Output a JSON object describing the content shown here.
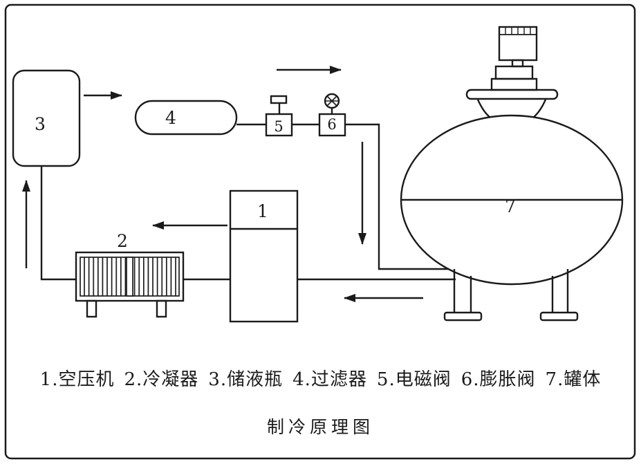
{
  "colors": {
    "ink": "#1a1a1a",
    "background": "#ffffff"
  },
  "diagram": {
    "labels": {
      "compressor": "1",
      "condenser": "2",
      "receiver": "3",
      "filter": "4",
      "solenoid_valve": "5",
      "expansion_valve": "6",
      "tank": "7"
    }
  },
  "legend": {
    "items": [
      "1.空压机",
      "2.冷凝器",
      "3.储液瓶",
      "4.过滤器",
      "5.电磁阀",
      "6.膨胀阀",
      "7.罐体"
    ]
  },
  "title": "制冷原理图"
}
